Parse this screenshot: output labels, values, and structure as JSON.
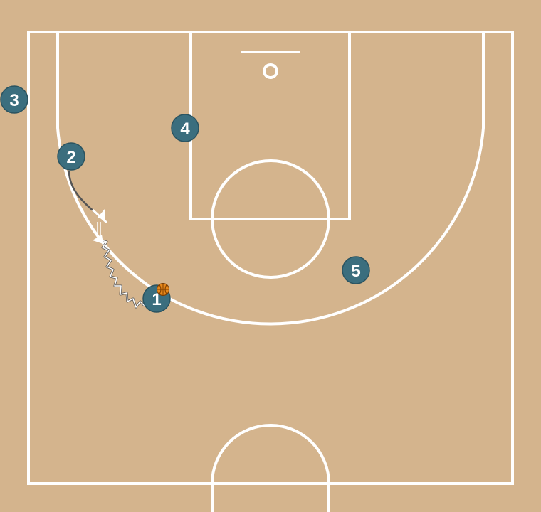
{
  "court": {
    "background_color": "#d4b48d",
    "line_color": "#ffffff"
  },
  "players": [
    {
      "number": "1",
      "has_ball": true
    },
    {
      "number": "2",
      "has_ball": false
    },
    {
      "number": "3",
      "has_ball": false
    },
    {
      "number": "4",
      "has_ball": false
    },
    {
      "number": "5",
      "has_ball": false
    }
  ],
  "player_color": "#3b6e7e",
  "ball_color": "#e8881a",
  "actions": [
    {
      "type": "dribble",
      "player": "1"
    },
    {
      "type": "cut",
      "player": "2"
    },
    {
      "type": "screen",
      "player": "2"
    }
  ]
}
